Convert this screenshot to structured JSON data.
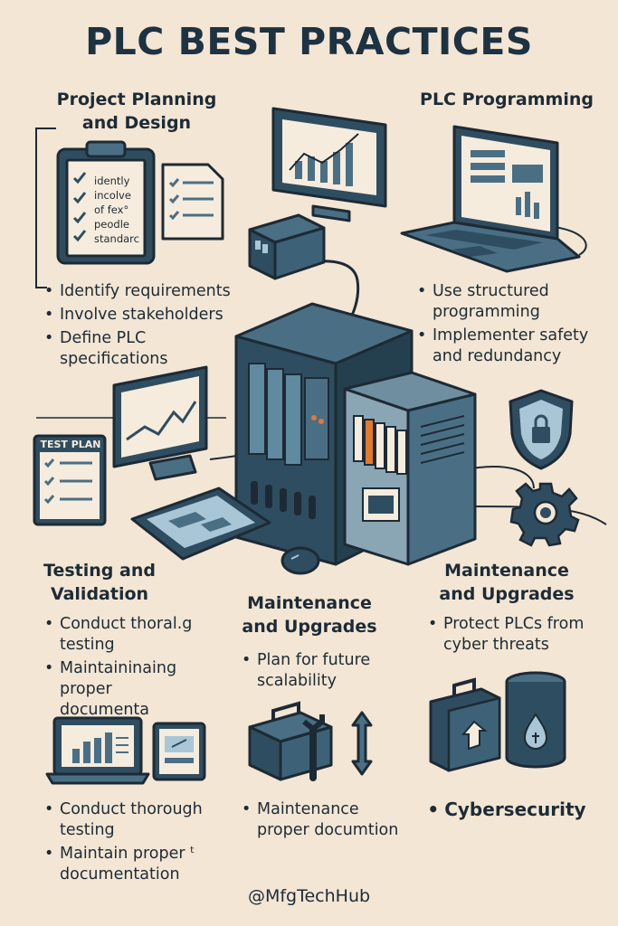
{
  "title": "PLC BEST PRACTICES",
  "sections": {
    "planning": {
      "heading": [
        "Project Planning",
        "and Design"
      ],
      "clipboard_lines": [
        "idently",
        "incolve",
        "of fex°",
        "peodle",
        "standarc"
      ],
      "bullets": [
        "Identify requirements",
        "Involve stakeholders",
        "Define PLC specifications"
      ]
    },
    "programming": {
      "heading": [
        "PLC Programming"
      ],
      "bullets": [
        "Use structured programming",
        "Implementer safety and redundancy"
      ]
    },
    "testing": {
      "heading": [
        "Testing and",
        "Validation"
      ],
      "testplan_label": "TEST PLAN",
      "bullets": [
        "Conduct thoral.g testing",
        "Maintaininaing proper documenta"
      ],
      "bullets_bottom": [
        "Conduct thorough testing",
        "Maintain proper ᵗ documentation"
      ]
    },
    "maintenance_center": {
      "heading": [
        "Maintenance",
        "and Upgrades"
      ],
      "bullets": [
        "Plan for future scalability"
      ],
      "bullets_bottom": [
        "Maintenance proper documtion"
      ]
    },
    "maintenance_right": {
      "heading": [
        "Maintenance",
        "and Upgrades"
      ],
      "bullets": [
        "Protect PLCs from cyber threats"
      ],
      "bottom_label": "Cybersecurity"
    }
  },
  "footer": "@MfgTechHub",
  "colors": {
    "background": "#f3e6d4",
    "dark_teal": "#2f4d60",
    "mid_teal": "#4a6f85",
    "light_blue": "#a9c6d6",
    "outline": "#1d2a35",
    "accent_orange": "#e07a2e"
  }
}
